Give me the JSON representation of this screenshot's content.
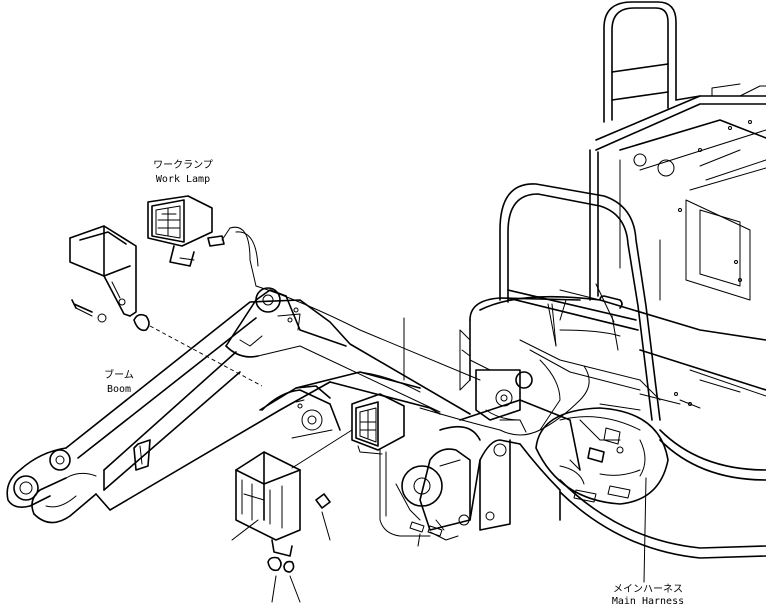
{
  "labels": {
    "work_lamp_jp": "ワークランプ",
    "work_lamp_en": "Work Lamp",
    "boom_jp": "ブーム",
    "boom_en": "Boom",
    "main_harness_jp": "メインハーネス",
    "main_harness_en": "Main Harness"
  }
}
